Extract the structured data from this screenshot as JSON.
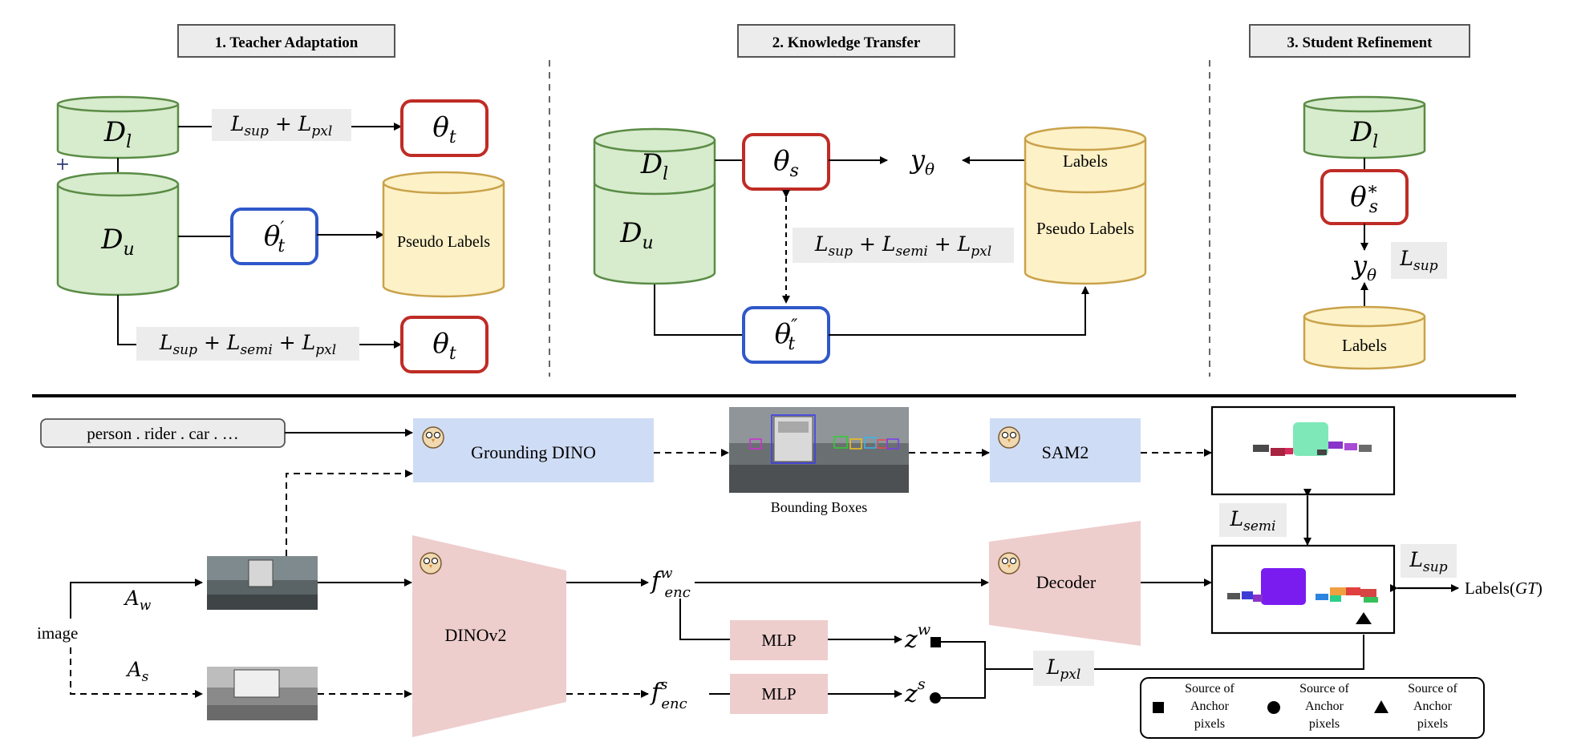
{
  "colors": {
    "green_fill": "#d7ebcd",
    "green_stroke": "#5a8c45",
    "yellow_fill": "#fdf1c7",
    "yellow_stroke": "#c9a24a",
    "red": "#bf2c25",
    "blue": "#2f58c9",
    "blue_box": "#cfdcf5",
    "pink": "#eecdcd",
    "gray_label": "#ececec",
    "anchor_fill": "#ffffff"
  },
  "stages": {
    "teacher": "1. Teacher Adaptation",
    "transfer": "2. Knowledge Transfer",
    "student": "3. Student Refinement"
  },
  "math": {
    "Dl": "D",
    "Dl_sub": "l",
    "Du": "D",
    "Du_sub": "u",
    "theta": "θ",
    "theta_t": "t",
    "theta_t_prime": "′",
    "theta_t_dprime": "″",
    "theta_s": "s",
    "theta_s_star": "∗",
    "y": "y",
    "y_sub": "θ",
    "L": "L",
    "sup": "sup",
    "semi": "semi",
    "pxl": "pxl",
    "plus": " + ",
    "f": "f",
    "enc": "enc",
    "z": "z",
    "w": "w",
    "s": "s",
    "A": "A"
  },
  "labels": {
    "pseudo_labels": "Pseudo Labels",
    "labels": "Labels",
    "prompt": "person . rider . car . …",
    "grounding_dino": "Grounding DINO",
    "bounding_boxes": "Bounding Boxes",
    "sam2": "SAM2",
    "dinov2": "DINOv2",
    "decoder": "Decoder",
    "mlp": "MLP",
    "image": "image",
    "labels_gt": "Labels(",
    "gt": "GT",
    "close_paren": ")",
    "plus_sign": "+"
  },
  "legend": [
    {
      "shape": "square",
      "lines": [
        "Source of",
        "Anchor",
        "pixels"
      ]
    },
    {
      "shape": "circle",
      "lines": [
        "Source of",
        "Anchor",
        "pixels"
      ]
    },
    {
      "shape": "triangle",
      "lines": [
        "Source of",
        "Anchor",
        "pixels"
      ]
    }
  ]
}
